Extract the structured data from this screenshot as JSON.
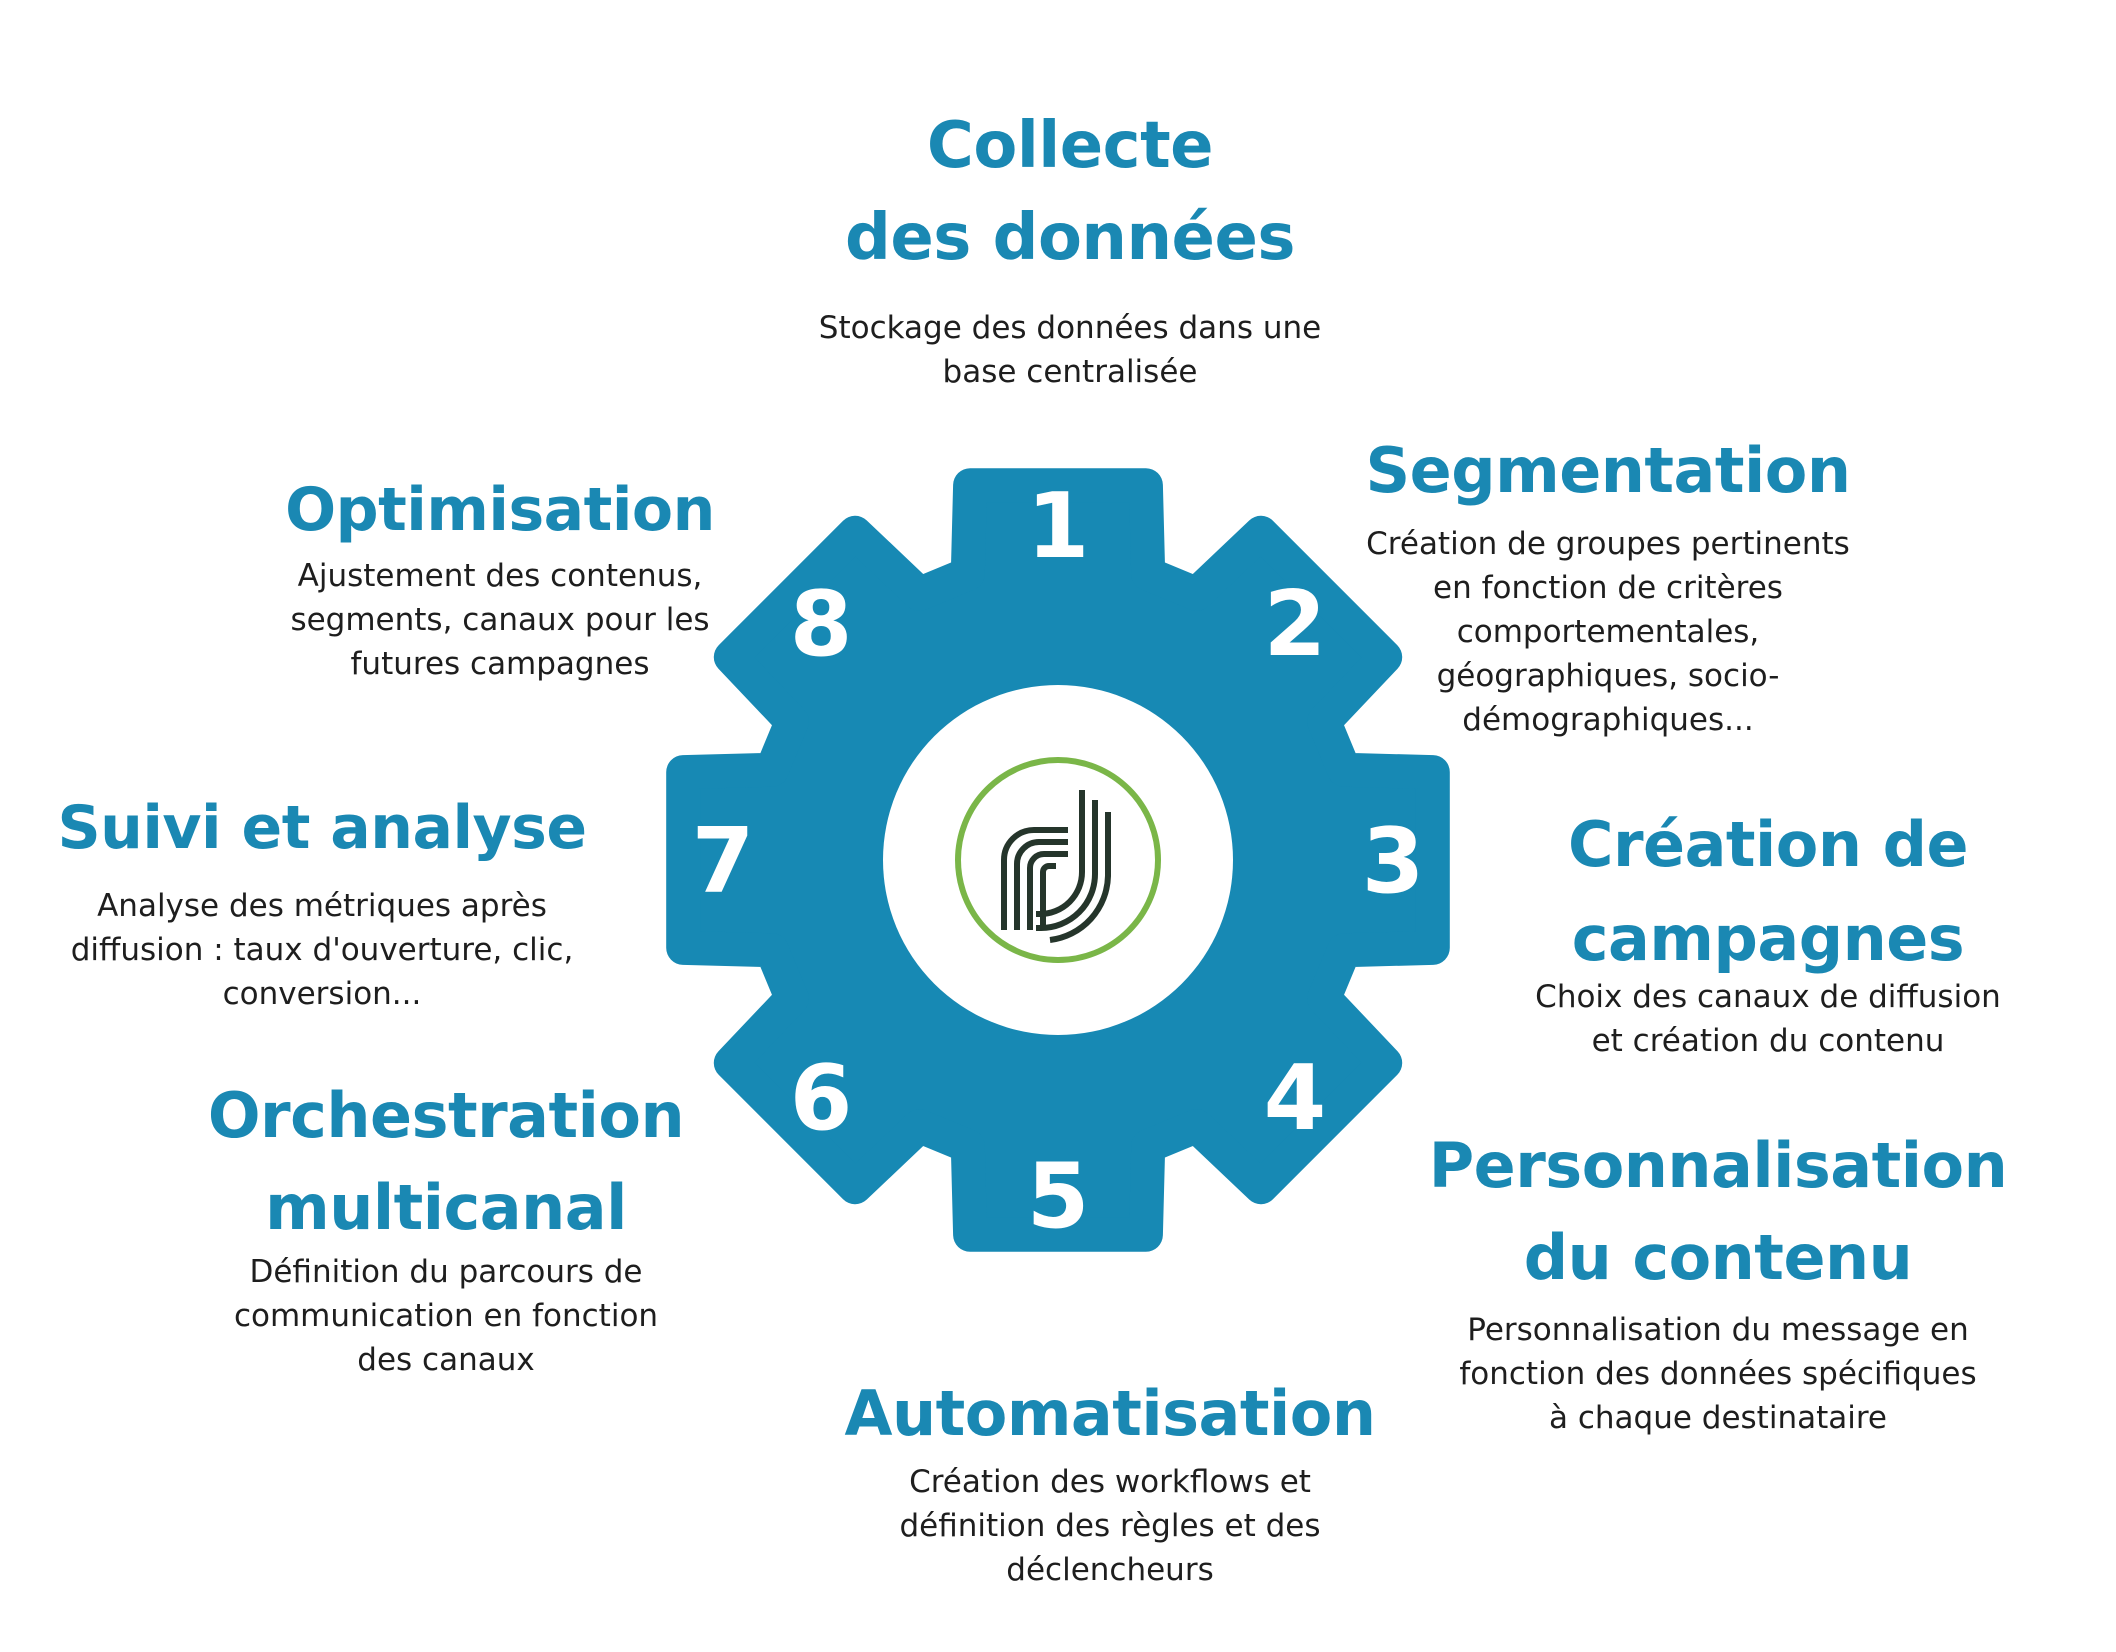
{
  "colors": {
    "gear": "#1789b4",
    "title": "#1a88b3",
    "text": "#1e1e1e",
    "logo_ring": "#7ab648",
    "logo_lines": "#25352b"
  },
  "center_logo": {
    "icon": "pd-logo-icon"
  },
  "steps": [
    {
      "number": "1",
      "title_lines": [
        "Collecte",
        "des données"
      ],
      "desc_lines": [
        "Stockage des données dans une",
        "base centralisée"
      ]
    },
    {
      "number": "2",
      "title_lines": [
        "Segmentation"
      ],
      "desc_lines": [
        "Création de groupes pertinents",
        "en fonction de critères",
        "comportementales,",
        "géographiques, socio-",
        "démographiques..."
      ]
    },
    {
      "number": "3",
      "title_lines": [
        "Création de",
        "campagnes"
      ],
      "desc_lines": [
        "Choix des canaux de diffusion",
        "et création du contenu"
      ]
    },
    {
      "number": "4",
      "title_lines": [
        "Personnalisation",
        "du contenu"
      ],
      "desc_lines": [
        "Personnalisation du message en",
        "fonction des données spécifiques",
        "à chaque destinataire"
      ]
    },
    {
      "number": "5",
      "title_lines": [
        "Automatisation"
      ],
      "desc_lines": [
        "Création des workflows et",
        "définition des règles et des",
        "déclencheurs"
      ]
    },
    {
      "number": "6",
      "title_lines": [
        "Orchestration",
        "multicanal"
      ],
      "desc_lines": [
        "Définition du parcours de",
        "communication en fonction",
        "des canaux"
      ]
    },
    {
      "number": "7",
      "title_lines": [
        "Suivi et analyse"
      ],
      "desc_lines": [
        "Analyse des métriques après",
        "diffusion : taux d'ouverture, clic,",
        "conversion..."
      ]
    },
    {
      "number": "8",
      "title_lines": [
        "Optimisation"
      ],
      "desc_lines": [
        "Ajustement des contenus,",
        "segments, canaux pour les",
        "futures campagnes"
      ]
    }
  ]
}
